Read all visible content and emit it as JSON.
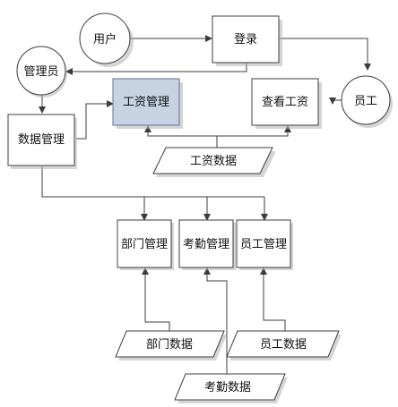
{
  "nodes": {
    "user": {
      "label": "用户"
    },
    "login": {
      "label": "登录"
    },
    "admin": {
      "label": "管理员"
    },
    "employee": {
      "label": "员工"
    },
    "salary_mgmt": {
      "label": "工资管理"
    },
    "view_salary": {
      "label": "查看工资"
    },
    "data_mgmt": {
      "label": "数据管理"
    },
    "salary_data": {
      "label": "工资数据"
    },
    "dept_mgmt": {
      "label": "部门管理"
    },
    "attend_mgmt": {
      "label": "考勤管理"
    },
    "emp_mgmt": {
      "label": "员工管理"
    },
    "dept_data": {
      "label": "部门数据"
    },
    "emp_data": {
      "label": "员工数据"
    },
    "attend_data": {
      "label": "考勤数据"
    }
  },
  "colors": {
    "box_fill": "#ffffff",
    "box_stroke": "#3c3c3c",
    "highlight_fill": "#c5d3e3",
    "highlight_stroke": "#5a7390",
    "line": "#3c3c3c",
    "shadow": "#b4b4b4"
  }
}
